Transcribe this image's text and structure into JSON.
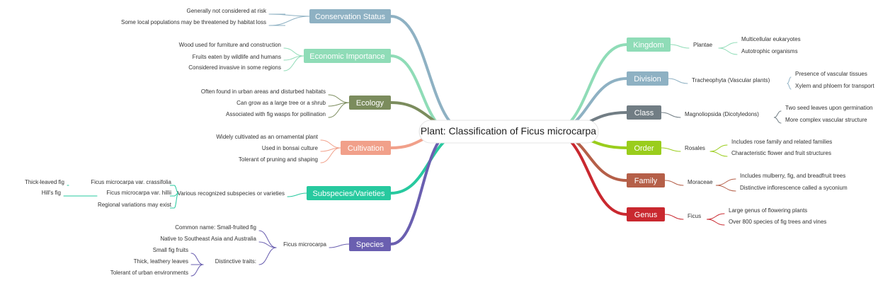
{
  "root": "Plant: Classification of Ficus microcarpa",
  "left": [
    {
      "label": "Conservation Status",
      "color": "#8eb1c3",
      "children": [
        {
          "label": "Generally not considered at risk"
        },
        {
          "label": "Some local populations may be threatened by habitat loss"
        }
      ]
    },
    {
      "label": "Economic Importance",
      "color": "#8fdcb7",
      "children": [
        {
          "label": "Wood used for furniture and construction"
        },
        {
          "label": "Fruits eaten by wildlife and humans"
        },
        {
          "label": "Considered invasive in some regions"
        }
      ]
    },
    {
      "label": "Ecology",
      "color": "#7b8c5d",
      "children": [
        {
          "label": "Often found in urban areas and disturbed habitats"
        },
        {
          "label": "Can grow as a large tree or a shrub"
        },
        {
          "label": "Associated with fig wasps for pollination"
        }
      ]
    },
    {
      "label": "Cultivation",
      "color": "#f1a08a",
      "children": [
        {
          "label": "Widely cultivated as an ornamental plant"
        },
        {
          "label": "Used in bonsai culture"
        },
        {
          "label": "Tolerant of pruning and shaping"
        }
      ]
    },
    {
      "label": "Subspecies/Varieties",
      "color": "#27c99f",
      "children": [
        {
          "label": "Various recognized subspecies or varieties",
          "children": [
            {
              "label": "Ficus microcarpa var. crassifolia",
              "children": [
                {
                  "label": "Thick-leaved fig"
                }
              ]
            },
            {
              "label": "Ficus microcarpa var. hillii",
              "children": [
                {
                  "label": "Hill's fig"
                }
              ]
            },
            {
              "label": "Regional variations may exist"
            }
          ]
        }
      ]
    },
    {
      "label": "Species",
      "color": "#6a5fb0",
      "children": [
        {
          "label": "Ficus microcarpa",
          "children": [
            {
              "label": "Common name: Small-fruited fig"
            },
            {
              "label": "Native to Southeast Asia and Australia"
            },
            {
              "label": "Distinctive traits:",
              "children": [
                {
                  "label": "Small fig fruits"
                },
                {
                  "label": "Thick, leathery leaves"
                },
                {
                  "label": "Tolerant of urban environments"
                }
              ]
            }
          ]
        }
      ]
    }
  ],
  "right": [
    {
      "label": "Kingdom",
      "color": "#8fdcb7",
      "children": [
        {
          "label": "Plantae",
          "children": [
            {
              "label": "Multicellular eukaryotes"
            },
            {
              "label": "Autotrophic organisms"
            }
          ]
        }
      ]
    },
    {
      "label": "Division",
      "color": "#8eb1c3",
      "children": [
        {
          "label": "Tracheophyta (Vascular plants)",
          "children": [
            {
              "label": "Presence of vascular tissues"
            },
            {
              "label": "Xylem and phloem for transport"
            }
          ]
        }
      ]
    },
    {
      "label": "Class",
      "color": "#717d84",
      "children": [
        {
          "label": "Magnoliopsida (Dicotyledons)",
          "children": [
            {
              "label": "Two seed leaves upon germination"
            },
            {
              "label": "More complex vascular structure"
            }
          ]
        }
      ]
    },
    {
      "label": "Order",
      "color": "#9acd1c",
      "children": [
        {
          "label": "Rosales",
          "children": [
            {
              "label": "Includes rose family and related families"
            },
            {
              "label": "Characteristic flower and fruit structures"
            }
          ]
        }
      ]
    },
    {
      "label": "Family",
      "color": "#b55f48",
      "children": [
        {
          "label": "Moraceae",
          "children": [
            {
              "label": "Includes mulberry, fig, and breadfruit trees"
            },
            {
              "label": "Distinctive inflorescence called a syconium"
            }
          ]
        }
      ]
    },
    {
      "label": "Genus",
      "color": "#c9282f",
      "children": [
        {
          "label": "Ficus",
          "children": [
            {
              "label": "Large genus of flowering plants"
            },
            {
              "label": "Over 800 species of fig trees and vines"
            }
          ]
        }
      ]
    }
  ]
}
